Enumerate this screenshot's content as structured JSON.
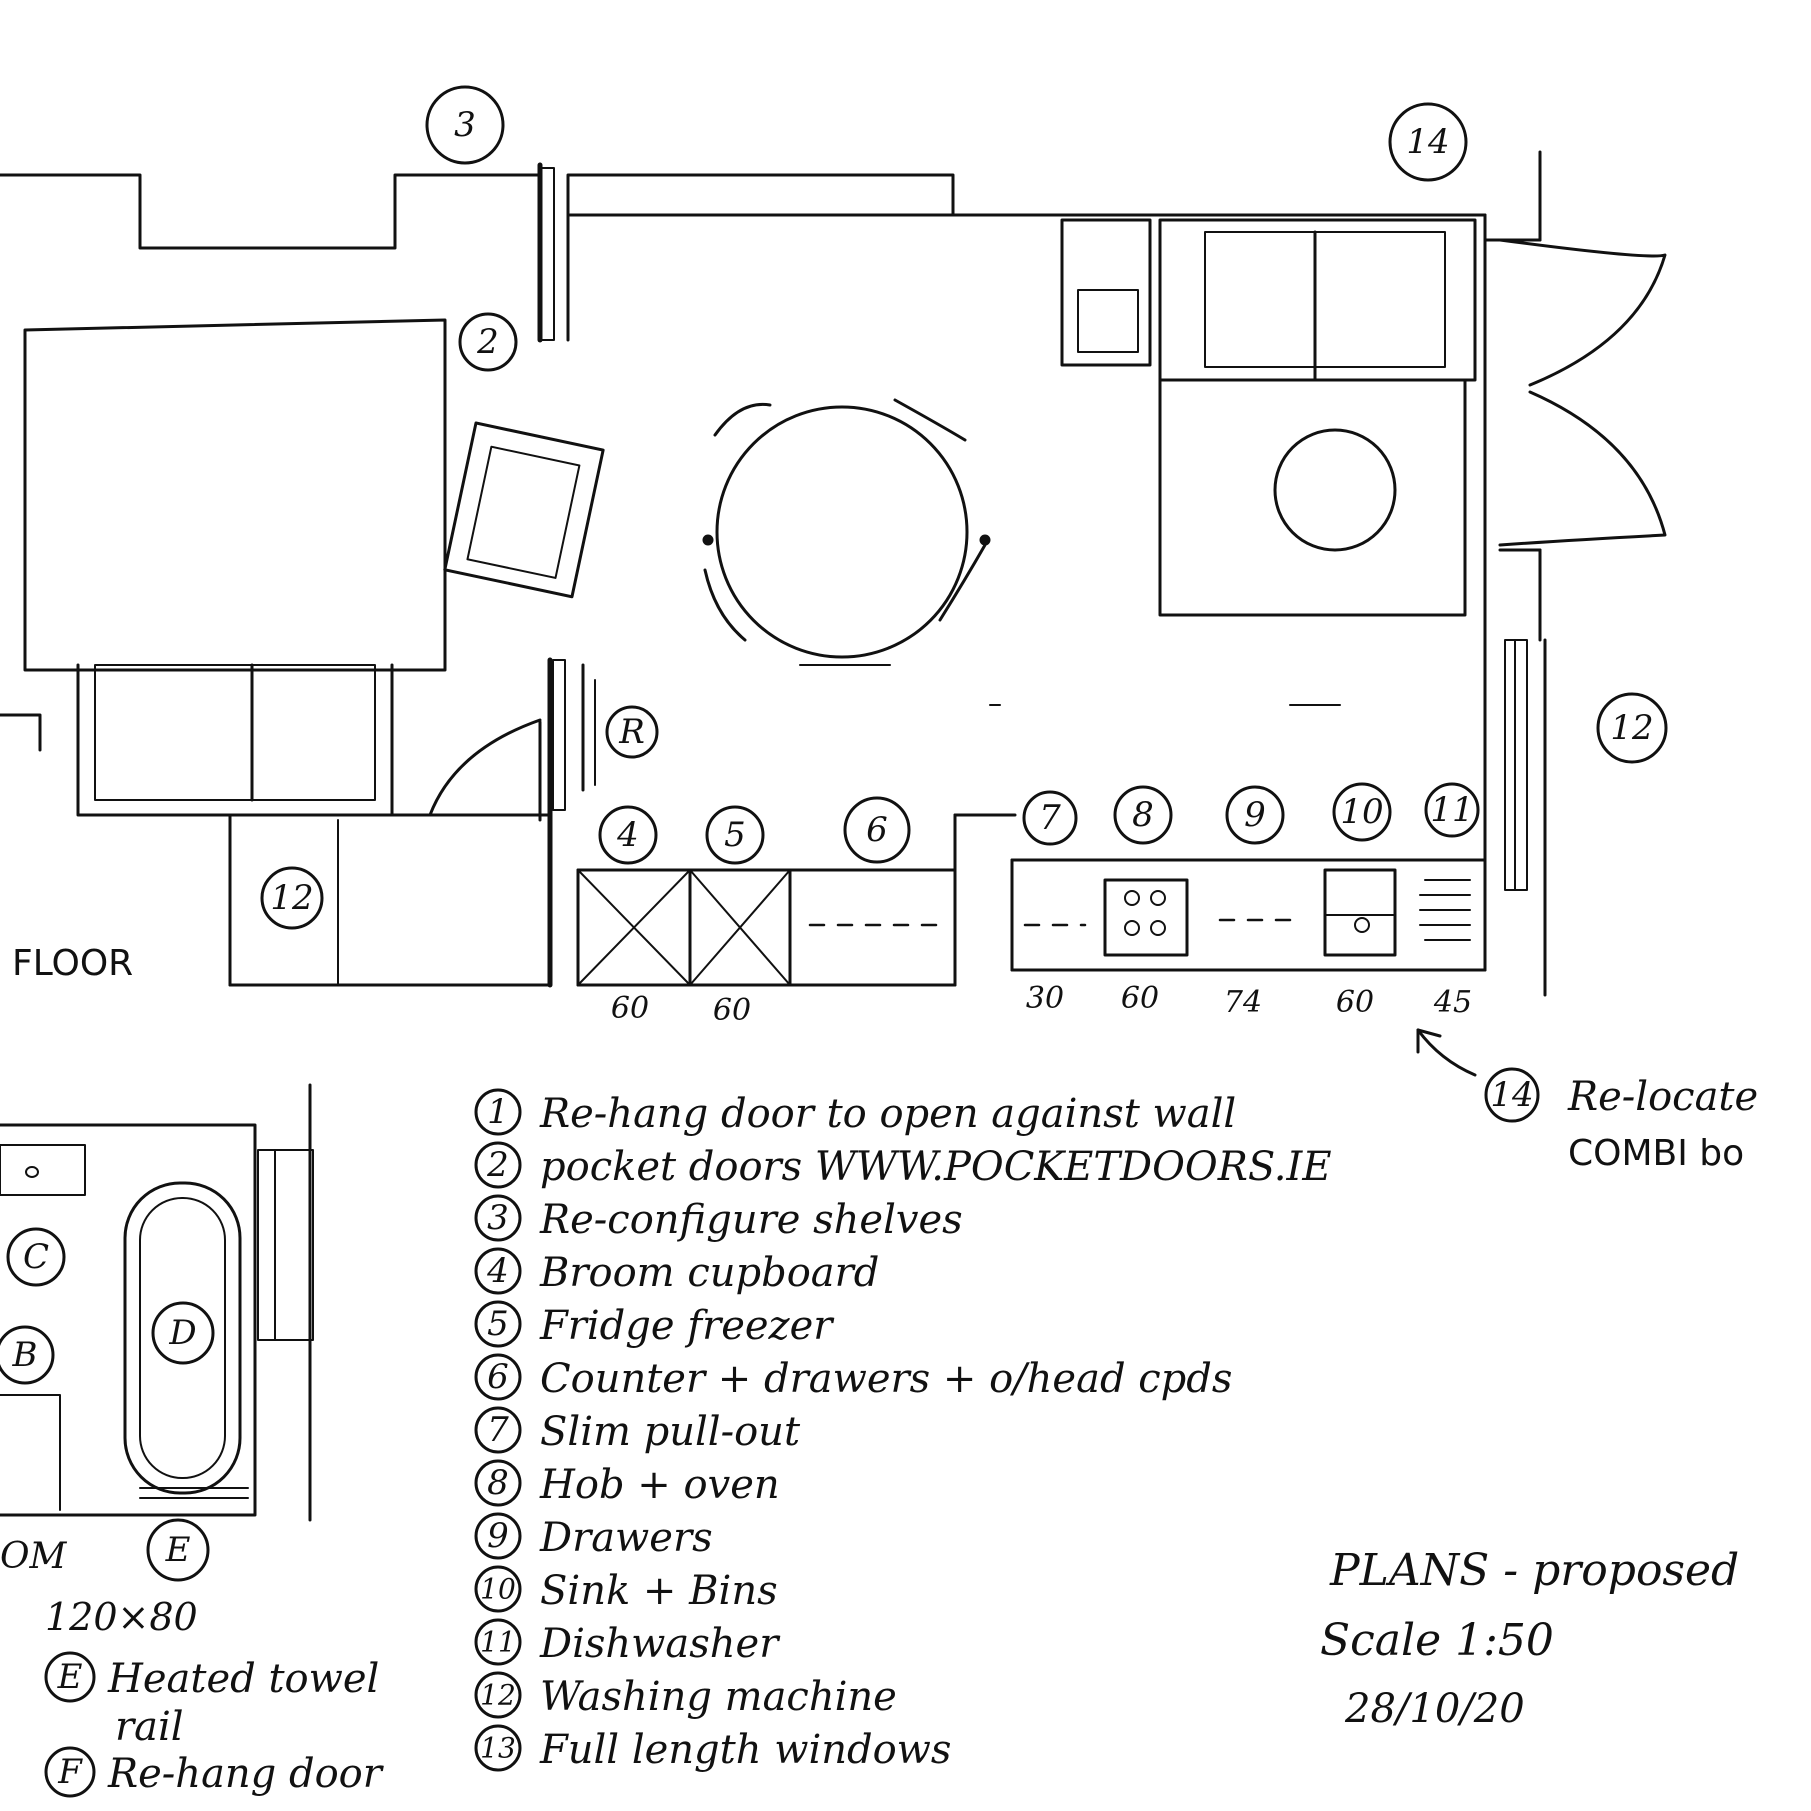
{
  "floor_label": "FLOOR",
  "markers": {
    "m3": "3",
    "m14": "14",
    "m2": "2",
    "mR": "R",
    "m4": "4",
    "m5": "5",
    "m6": "6",
    "m7": "7",
    "m8": "8",
    "m9": "9",
    "m10": "10",
    "m11": "11",
    "m12a": "12",
    "m12b": "12",
    "mC": "C",
    "mB": "B",
    "mD": "D",
    "mE": "E"
  },
  "dimensions": {
    "d1": "60",
    "d2": "60",
    "d3": "30",
    "d4": "60",
    "d5": "74",
    "d6": "60",
    "d7": "45"
  },
  "bath_fragments": {
    "room_suffix": "OM",
    "size": "120×80"
  },
  "notes": [
    {
      "num": "1",
      "text": "Re-hang door to open against wall"
    },
    {
      "num": "2",
      "text": "pocket doors WWW.POCKETDOORS.IE"
    },
    {
      "num": "3",
      "text": "Re-configure shelves"
    },
    {
      "num": "4",
      "text": "Broom cupboard"
    },
    {
      "num": "5",
      "text": "Fridge freezer"
    },
    {
      "num": "6",
      "text": "Counter + drawers + o/head cpds"
    },
    {
      "num": "7",
      "text": "Slim pull-out"
    },
    {
      "num": "8",
      "text": "Hob + oven"
    },
    {
      "num": "9",
      "text": "Drawers"
    },
    {
      "num": "10",
      "text": "Sink + Bins"
    },
    {
      "num": "11",
      "text": "Dishwasher"
    },
    {
      "num": "12",
      "text": "Washing machine"
    },
    {
      "num": "13",
      "text": "Full length windows"
    }
  ],
  "note14": {
    "num": "14",
    "line1": "Re-locate",
    "line2": "COMBI bo"
  },
  "bath_notes": {
    "e_letter": "E",
    "e_text1": "Heated towel",
    "e_text2": "rail",
    "f_letter": "F",
    "f_text": "Re-hang door"
  },
  "title_block": {
    "title": "PLANS - proposed",
    "scale": "Scale 1:50",
    "date": "28/10/20"
  }
}
